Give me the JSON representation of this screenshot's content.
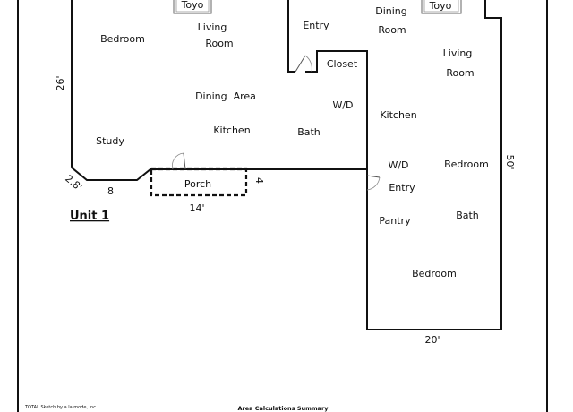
{
  "rooms": {
    "toyo_left": "Toyo",
    "bedroom_left": "Bedroom",
    "living_left_1": "Living",
    "living_left_2": "Room",
    "dining_area": "Dining  Area",
    "study": "Study",
    "kitchen_left": "Kitchen",
    "bath_left": "Bath",
    "entry_left": "Entry",
    "closet": "Closet",
    "wd_left": "W/D",
    "porch": "Porch",
    "dining_right_1": "Dining",
    "dining_right_2": "Room",
    "toyo_right": "Toyo",
    "living_right_1": "Living",
    "living_right_2": "Room",
    "kitchen_right": "Kitchen",
    "wd_right": "W/D",
    "bedroom_right_1": "Bedroom",
    "entry_right": "Entry",
    "pantry": "Pantry",
    "bath_right": "Bath",
    "bedroom_right_2": "Bedroom"
  },
  "dimensions": {
    "left_height": "26'",
    "corner": "2.8'",
    "bottom_short": "8'",
    "porch_width": "14'",
    "porch_depth": "4'",
    "right_height": "50'",
    "right_bottom": "20'"
  },
  "labels": {
    "unit": "Unit 1",
    "software": "TOTAL Sketch by a la mode, inc.",
    "summary": "Area Calculations Summary"
  }
}
